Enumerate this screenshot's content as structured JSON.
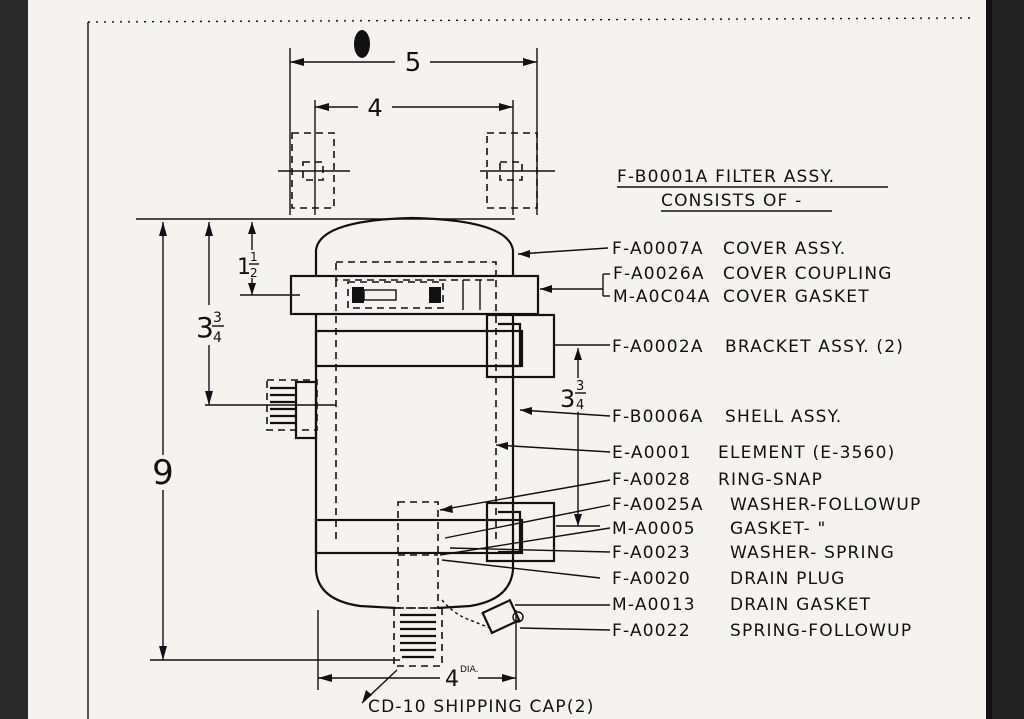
{
  "title": {
    "line1": "F-B0001A  FILTER ASSY.",
    "line2": "CONSISTS OF -"
  },
  "dimensions": {
    "top_width": "5",
    "inner_width": "4",
    "cover_height_whole": "1",
    "cover_height_num": "1",
    "cover_height_den": "2",
    "left_height_whole": "3",
    "left_height_num": "3",
    "left_height_den": "4",
    "bracket_spacing_whole": "3",
    "bracket_spacing_num": "3",
    "bracket_spacing_den": "4",
    "overall_height": "9",
    "base_dia": "4",
    "base_dia_suffix": "DIA."
  },
  "parts": [
    {
      "code": "F-A0007A",
      "name": "COVER ASSY."
    },
    {
      "code": "F-A0026A",
      "name": "COVER COUPLING"
    },
    {
      "code": "M-A0C04A",
      "name": "COVER GASKET"
    },
    {
      "code": "F-A0002A",
      "name": "BRACKET ASSY. (2)"
    },
    {
      "code": "F-B0006A",
      "name": "SHELL ASSY."
    },
    {
      "code": "E-A0001",
      "name": "ELEMENT (E-3560)"
    },
    {
      "code": "F-A0028",
      "name": "RING-SNAP"
    },
    {
      "code": "F-A0025A",
      "name": "WASHER-FOLLOWUP"
    },
    {
      "code": "M-A0005",
      "name": "GASKET-        \""
    },
    {
      "code": "F-A0023",
      "name": "WASHER- SPRING"
    },
    {
      "code": "F-A0020",
      "name": "DRAIN PLUG"
    },
    {
      "code": "M-A0013",
      "name": "DRAIN GASKET"
    },
    {
      "code": "F-A0022",
      "name": "SPRING-FOLLOWUP"
    }
  ],
  "shipping_cap": "CD-10 SHIPPING CAP(2)"
}
